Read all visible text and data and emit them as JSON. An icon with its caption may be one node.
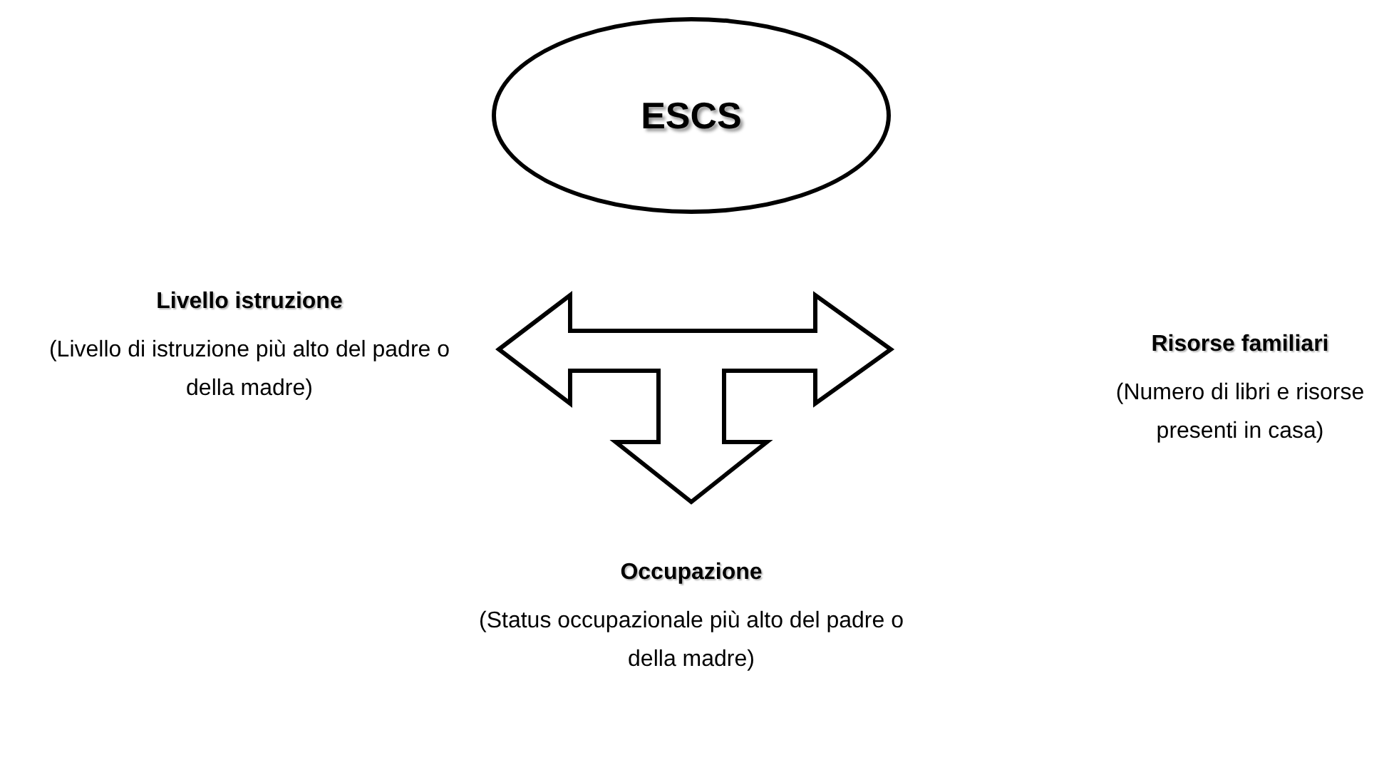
{
  "diagram": {
    "nodes": [
      {
        "text": [
          "ESCS"
        ]
      },
      {
        "text": [
          "Livello istruzione",
          "(Livello di istruzione più alto del padre o della madre)"
        ]
      },
      {
        "text": [
          "Risorse familiari",
          "(Numero di libri e risorse presenti in casa)"
        ]
      },
      {
        "text": [
          "Occupazione",
          "(Status occupazionale più alto del padre o della madre)"
        ]
      }
    ]
  }
}
